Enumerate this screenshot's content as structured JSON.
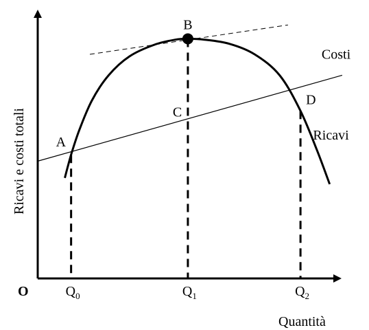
{
  "chart_data": {
    "type": "line",
    "title": "",
    "xlabel": "Quantità",
    "ylabel": "Ricavi e costi totali",
    "origin_label": "O",
    "x_ticks": [
      {
        "main": "Q",
        "sub": "0",
        "value": 0.8
      },
      {
        "main": "Q",
        "sub": "1",
        "value": 3.6
      },
      {
        "main": "Q",
        "sub": "2",
        "value": 6.3
      }
    ],
    "xlim": [
      0,
      7.4
    ],
    "ylim": [
      0,
      6.4
    ],
    "grid": false,
    "series": [
      {
        "name": "Ricavi",
        "style": "solid-thick",
        "points": [
          [
            0.65,
            2.4
          ],
          [
            0.8,
            2.95
          ],
          [
            1.0,
            3.55
          ],
          [
            1.3,
            4.25
          ],
          [
            1.7,
            4.85
          ],
          [
            2.2,
            5.3
          ],
          [
            2.8,
            5.58
          ],
          [
            3.3,
            5.7
          ],
          [
            3.6,
            5.72
          ],
          [
            4.0,
            5.7
          ],
          [
            4.6,
            5.6
          ],
          [
            5.2,
            5.35
          ],
          [
            5.8,
            4.85
          ],
          [
            6.3,
            4.0
          ],
          [
            6.7,
            3.05
          ],
          [
            7.0,
            2.25
          ]
        ]
      },
      {
        "name": "Costi",
        "style": "solid-thin",
        "points": [
          [
            0,
            2.8
          ],
          [
            7.3,
            4.85
          ]
        ]
      }
    ],
    "tangent": {
      "style": "dashed",
      "points": [
        [
          1.25,
          5.35
        ],
        [
          6.0,
          6.05
        ]
      ]
    },
    "drop_lines": [
      {
        "x": 0.8,
        "y_top": 2.95
      },
      {
        "x": 3.6,
        "y_top": 5.72
      },
      {
        "x": 6.3,
        "y_top": 4.0
      }
    ],
    "points": [
      {
        "label": "A",
        "x": 0.8,
        "y": 2.95,
        "dx": -22,
        "dy": -12
      },
      {
        "label": "B",
        "x": 3.6,
        "y": 5.72,
        "dx": 0,
        "dy": -14,
        "marker": true
      },
      {
        "label": "C",
        "x": 3.6,
        "y": 3.8,
        "dx": -22,
        "dy": -4
      },
      {
        "label": "D",
        "x": 6.3,
        "y": 4.0,
        "dx": 8,
        "dy": -10
      }
    ],
    "curve_labels": [
      {
        "text": "Costi",
        "x": 7.3,
        "y": 4.85,
        "dx": -30,
        "dy": -24
      },
      {
        "text": "Ricavi",
        "x": 6.7,
        "y": 3.05,
        "dx": -6,
        "dy": -16
      }
    ]
  }
}
